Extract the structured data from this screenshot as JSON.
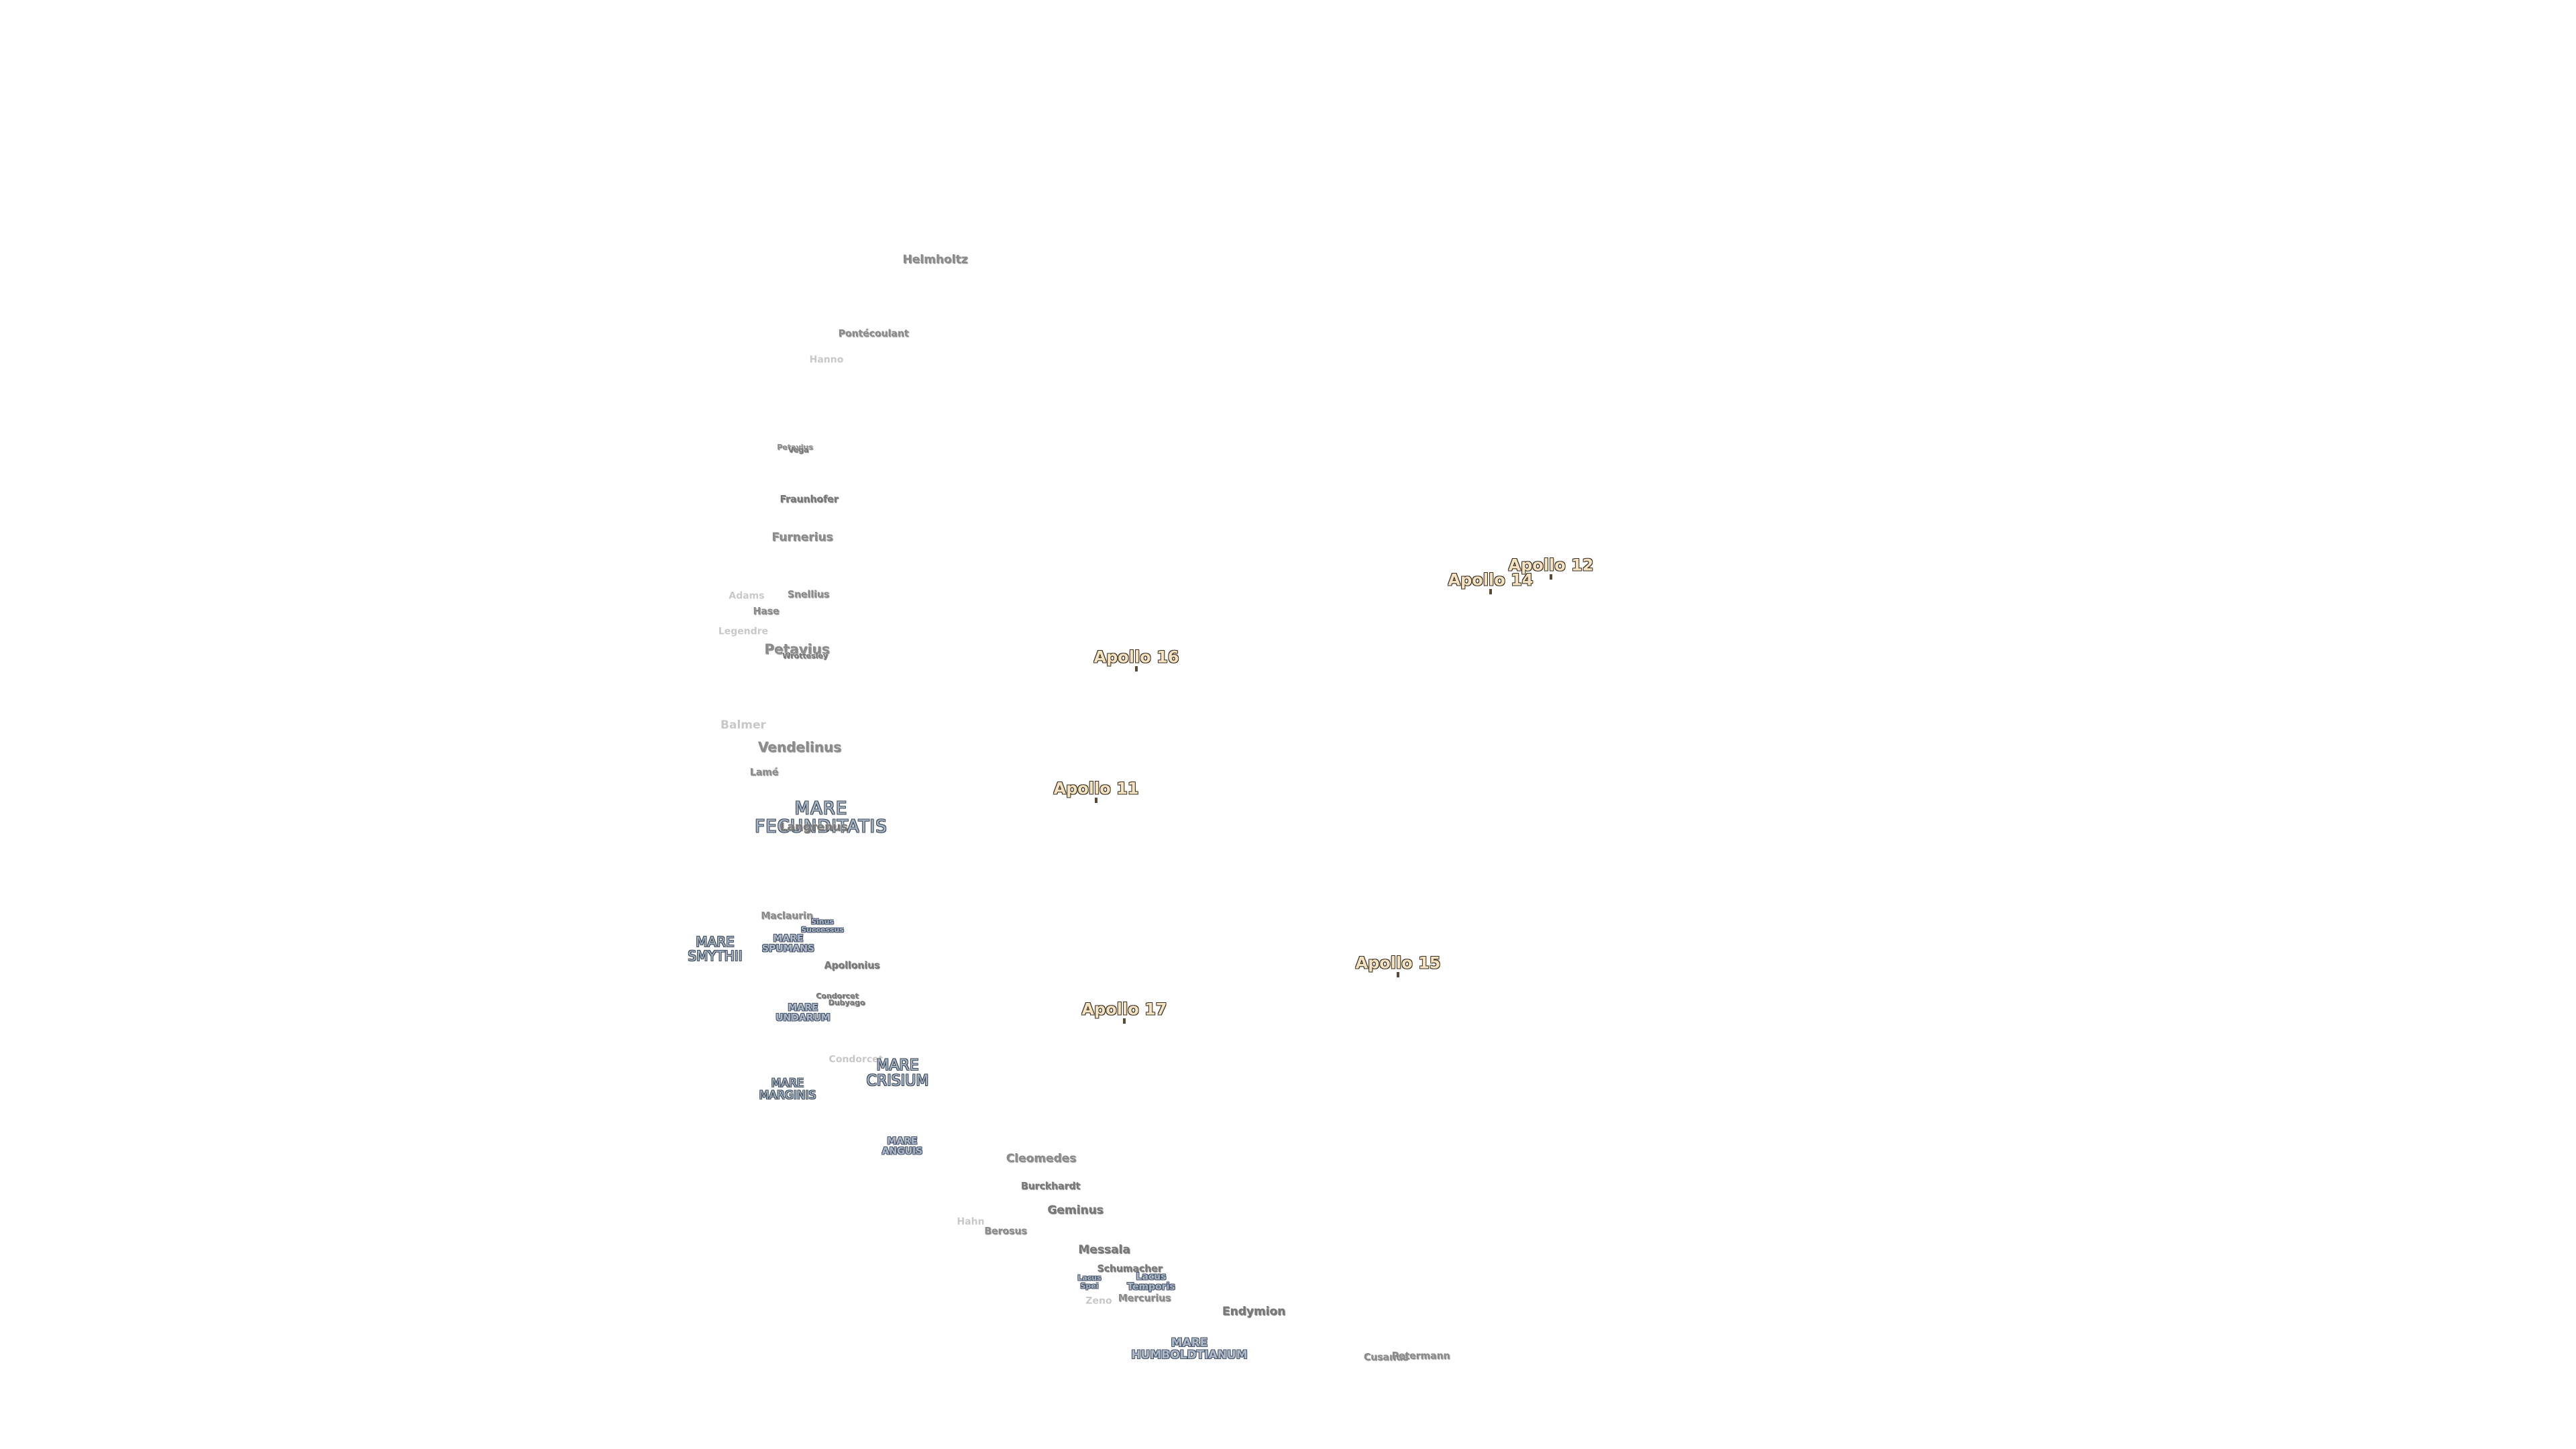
{
  "map": {
    "apollo_sites": [
      {
        "key": "apollo-12",
        "label": "Apollo 12"
      },
      {
        "key": "apollo-14",
        "label": "Apollo 14"
      },
      {
        "key": "apollo-16",
        "label": "Apollo 16"
      },
      {
        "key": "apollo-11",
        "label": "Apollo 11"
      },
      {
        "key": "apollo-15",
        "label": "Apollo 15"
      },
      {
        "key": "apollo-17",
        "label": "Apollo 17"
      }
    ],
    "maria": {
      "fecunditatis_1": "MARE",
      "fecunditatis_2": "FECUNDITATIS",
      "smythii_1": "MARE",
      "smythii_2": "SMYTHII",
      "spumans_1": "MARE",
      "spumans_2": "SPUMANS",
      "undarum_1": "MARE",
      "undarum_2": "UNDARUM",
      "crisium_1": "MARE",
      "crisium_2": "CRISIUM",
      "marginis_1": "MARE",
      "marginis_2": "MARGINIS",
      "anguis_1": "MARE",
      "anguis_2": "ANGUIS",
      "humboldtianum_1": "MARE",
      "humboldtianum_2": "HUMBOLDTIANUM",
      "lacus_spei_1": "Lacus",
      "lacus_spei_2": "Spei",
      "lacus_temporis_1": "Lacus",
      "lacus_temporis_2": "Temporis",
      "sinus_successus_1": "Sinus",
      "sinus_successus_2": "Successus"
    },
    "craters": {
      "helmholtz": "Helmholtz",
      "pontecoulant": "Pontécoulant",
      "hanno": "Hanno",
      "petavius_upper": "Petavius",
      "vegal": "Vega",
      "fraunhofer": "Fraunhofer",
      "furnerius": "Furnerius",
      "adams": "Adams",
      "snellius": "Snellius",
      "hase": "Hase",
      "legendre": "Legendre",
      "petavius": "Petavius",
      "wrottesley": "Wrottesley",
      "balmer": "Balmer",
      "vendelinus": "Vendelinus",
      "lame": "Lamé",
      "langrenus": "Langrenus",
      "maclaurin": "Maclaurin",
      "apollonius": "Apollonius",
      "condorcet_a": "Condorcet",
      "dubyago": "Dubyago",
      "condorcet": "Condorcet",
      "cleomedes": "Cleomedes",
      "burckhardt": "Burckhardt",
      "geminus": "Geminus",
      "hahn": "Hahn",
      "bernoulli": "Berosus",
      "messala": "Messala",
      "schumacher": "Schumacher",
      "mercurius": "Mercurius",
      "zeno": "Zeno",
      "endymion": "Endymion",
      "cusanus": "Cusanus",
      "petermann": "Petermann"
    }
  }
}
